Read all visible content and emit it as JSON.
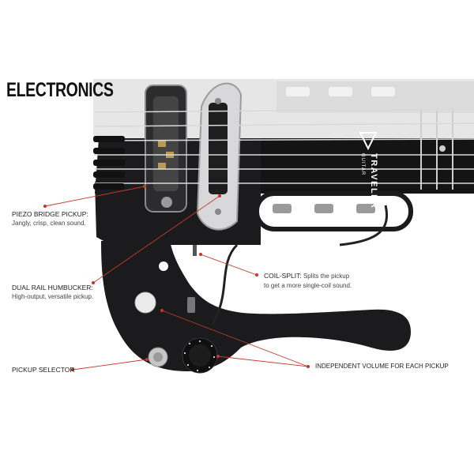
{
  "heading": "ELECTRONICS",
  "brand": {
    "name": "TRAVELER",
    "sub": "GUITAR"
  },
  "callouts": {
    "piezo": {
      "title": "PIEZO BRIDGE PICKUP:",
      "desc": "Jangly, crisp, clean sound."
    },
    "humbucker": {
      "title": "DUAL RAIL HUMBUCKER:",
      "desc": "High-output, versatile pickup."
    },
    "coil_split": {
      "title": "COIL-SPLIT:",
      "desc_inline": " Splits the pickup",
      "desc": "to get a more single-coil sound."
    },
    "selector": {
      "title": "PICKUP SELECTOR"
    },
    "volume": {
      "title": "INDEPENDENT VOLUME FOR EACH PICKUP"
    }
  },
  "colors": {
    "body": "#1b1b1d",
    "faded": "#d6d6d6",
    "accent_line": "#c0392b"
  }
}
